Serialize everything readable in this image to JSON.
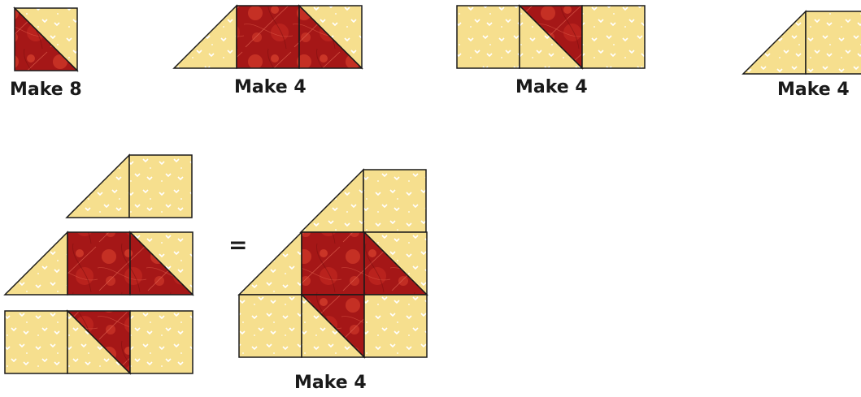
{
  "labels": {
    "unit1": "Make 8",
    "unit2": "Make 4",
    "unit3": "Make 4",
    "unit4": "Make 4",
    "final": "Make 4"
  },
  "equals": "=",
  "colors": {
    "yellow": "#f6df8e",
    "red": "#b01818",
    "outline": "#1a1a1a"
  },
  "icons": {
    "yellow_fabric": "yellow-print-fabric",
    "red_fabric": "red-floral-fabric"
  }
}
